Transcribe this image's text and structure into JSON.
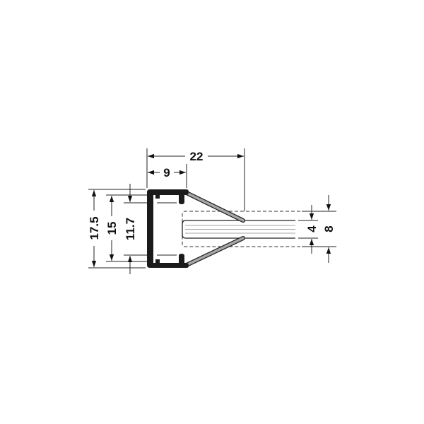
{
  "dimensions": {
    "overall_width": "22",
    "profile_width": "9",
    "overall_height": "17.5",
    "inner_height": "15",
    "opening_height": "11.7",
    "glass_thickness": "4",
    "glass_max_thickness": "8"
  },
  "colors": {
    "profile": "#1a1a1a",
    "seal": "#a6a6a6",
    "line": "#222222"
  }
}
